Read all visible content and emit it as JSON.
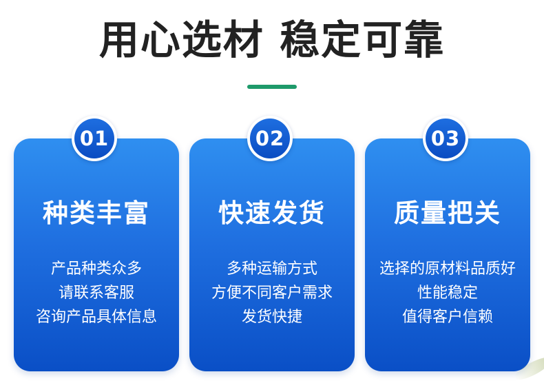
{
  "headline": "用心选材 稳定可靠",
  "colors": {
    "accent_divider": "#1e9a6a",
    "card_top": "#2f8ff0",
    "card_bottom": "#0a4fc6",
    "headline_text": "#222222"
  },
  "cards": [
    {
      "number": "01",
      "title": "种类丰富",
      "lines": [
        "产品种类众多",
        "请联系客服",
        "咨询产品具体信息"
      ]
    },
    {
      "number": "02",
      "title": "快速发货",
      "lines": [
        "多种运输方式",
        "方便不同客户需求",
        "发货快捷"
      ]
    },
    {
      "number": "03",
      "title": "质量把关",
      "lines": [
        "选择的原材料品质好",
        "性能稳定",
        "值得客户信赖"
      ]
    }
  ]
}
